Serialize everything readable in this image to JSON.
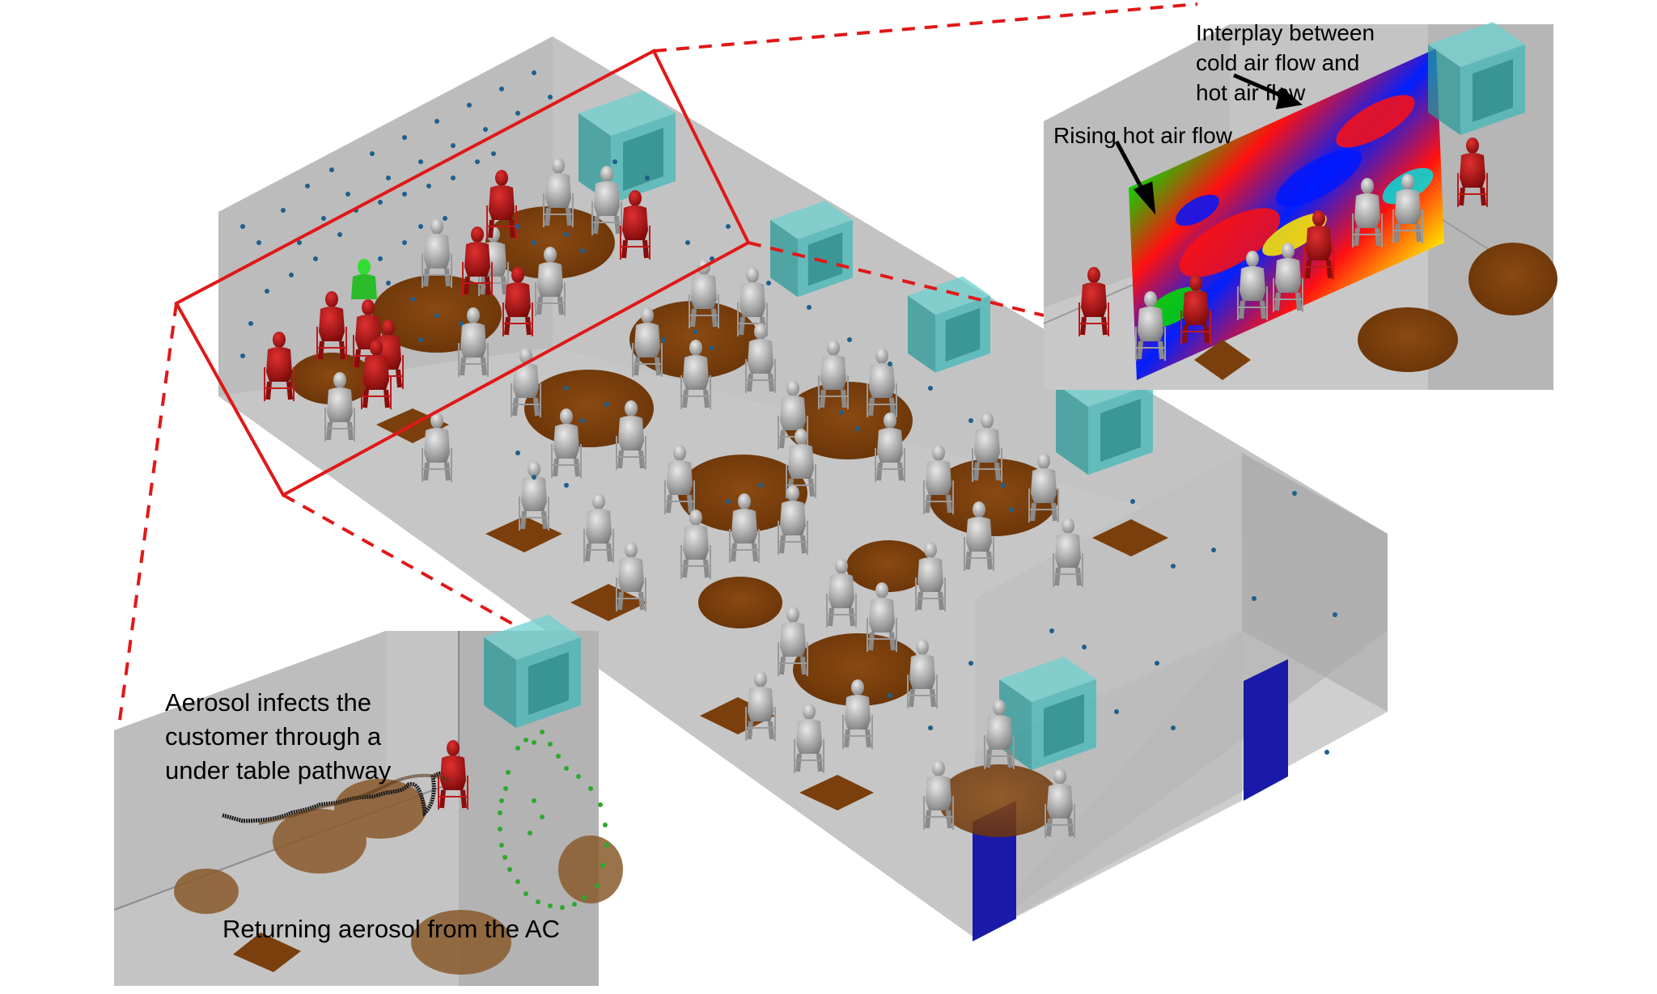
{
  "figure": {
    "type": "3D CFD simulation illustration of aerosol dispersion in a restaurant",
    "colors": {
      "room_wall": "#bdbdbd",
      "room_floor": "#c4c4c4",
      "table": "#7a3f0c",
      "mannequin": "#a8a8a8",
      "infected_mannequin": "#b01010",
      "index_patient": "#33cc33",
      "ac_unit": "#3cb8b8",
      "door": "#1a1aa8",
      "aerosol_particle": "#1f5f8b",
      "callout_line": "#e01818"
    }
  },
  "main_view": {
    "description": "Restaurant dining room with tables, seated mannequins, AC units and aerosol particles",
    "elements": {
      "ac_units_count": 6,
      "doors_count": 2,
      "highlight_box": "Red outlined region around infected tables"
    }
  },
  "inset_top_right": {
    "title": "Temperature contour slice",
    "annotations": [
      {
        "id": "interplay",
        "lines": [
          "Interplay between",
          "cold air flow and",
          "hot air flow"
        ]
      },
      {
        "id": "rising",
        "lines": [
          "Rising hot air flow"
        ]
      }
    ]
  },
  "inset_bottom_left": {
    "title": "Aerosol trajectories",
    "annotations": [
      {
        "id": "infects",
        "lines": [
          "Aerosol infects the",
          "customer through a",
          "under table pathway"
        ]
      },
      {
        "id": "returning",
        "lines": [
          "Returning aerosol from the AC"
        ]
      }
    ]
  }
}
